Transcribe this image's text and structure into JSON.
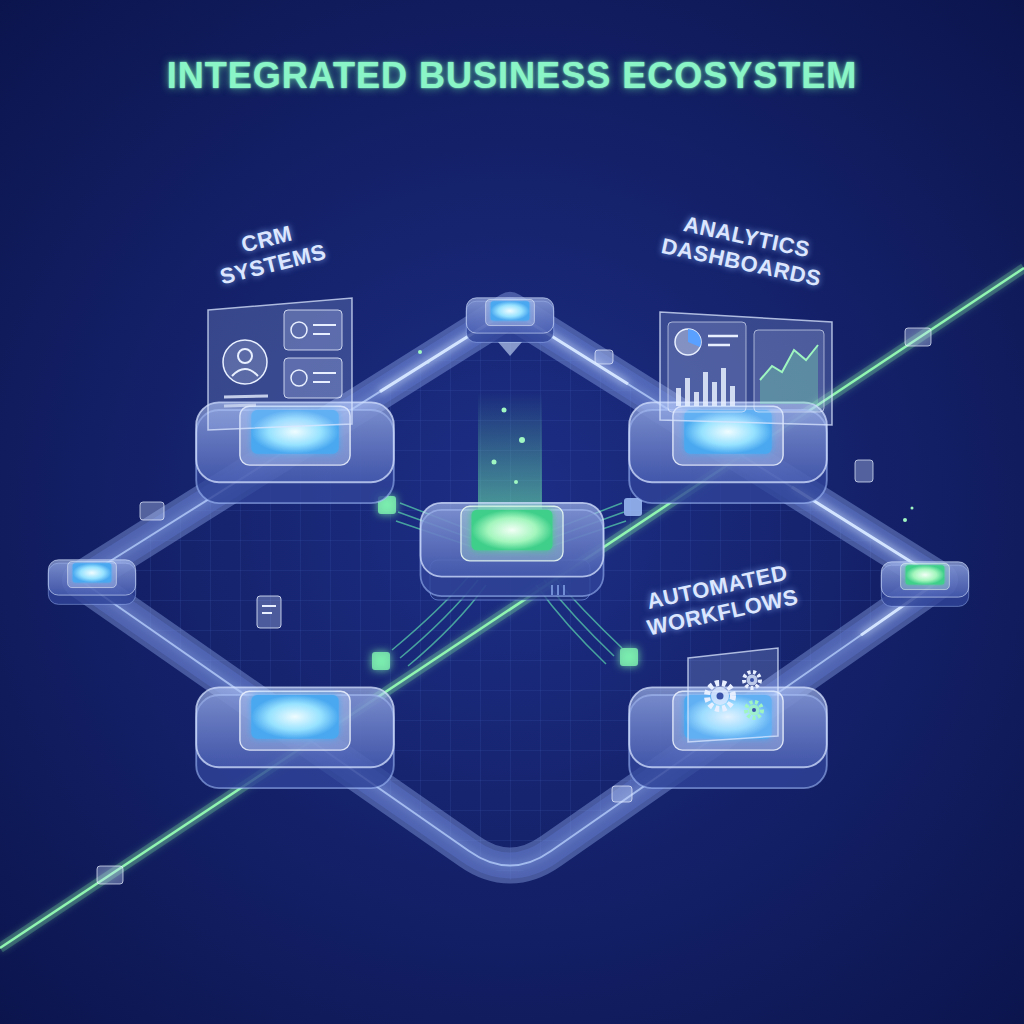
{
  "diagram": {
    "title": "INTEGRATED BUSINESS ECOSYSTEM",
    "nodes": [
      {
        "text": [
          "CRM SYSTEMS"
        ]
      },
      {
        "text": [
          "ANALYTICS DASHBOARDS"
        ]
      },
      {
        "text": [
          "AUTOMATED WORKFLOWS"
        ]
      }
    ],
    "edges": [
      {
        "from": 0,
        "to": 1,
        "arrow": "none"
      },
      {
        "from": 1,
        "to": 2,
        "arrow": "none"
      }
    ]
  }
}
